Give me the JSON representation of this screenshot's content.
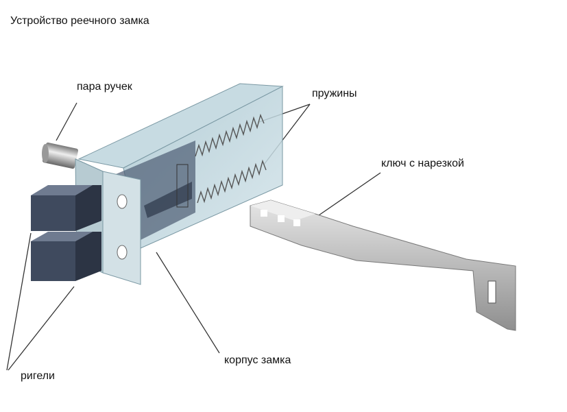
{
  "title": "Устройство реечного замка",
  "labels": {
    "handles": "пара ручек",
    "springs": "пружины",
    "key": "ключ с нарезкой",
    "body": "корпус замка",
    "bolts": "ригели"
  },
  "colors": {
    "bolt": "#3f4a5e",
    "box_glass": "#b9d3dc",
    "plate": "#c9d9df",
    "key": "#b5b5b5",
    "leader": "#333333"
  }
}
